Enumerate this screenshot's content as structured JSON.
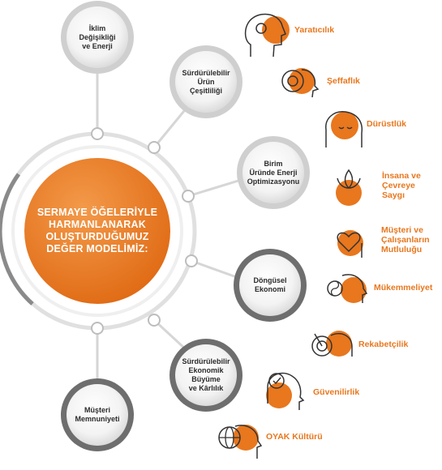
{
  "hub": {
    "title": "SERMAYE ÖĞELERİYLE\nHARMANLANARAK\nOLUŞTURDUĞUMUZ\nDEĞER MODELİMİZ:"
  },
  "capitals": [
    {
      "label": "İklim\nDeğişikliği\nve Enerji"
    },
    {
      "label": "Sürdürülebilir\nÜrün\nÇeşitliliği"
    },
    {
      "label": "Birim\nÜründe Enerji\nOptimizasyonu"
    },
    {
      "label": "Döngüsel\nEkonomi"
    },
    {
      "label": "Sürdürülebilir\nEkonomik\nBüyüme\nve Kârlılık"
    },
    {
      "label": "Müşteri\nMemnuniyeti"
    }
  ],
  "values": [
    {
      "label": "Yaratıcılık",
      "icon": "creativity-head-icon"
    },
    {
      "label": "Şeffaflık",
      "icon": "transparency-head-icon"
    },
    {
      "label": "Dürüstlük",
      "icon": "honesty-head-icon"
    },
    {
      "label": "İnsana ve\nÇevreye\nSaygı",
      "icon": "respect-lotus-icon"
    },
    {
      "label": "Müşteri ve\nÇalışanların\nMutluluğu",
      "icon": "happiness-heart-head-icon"
    },
    {
      "label": "Mükemmeliyet",
      "icon": "excellence-yinyang-head-icon"
    },
    {
      "label": "Rekabetçilik",
      "icon": "competition-target-icon"
    },
    {
      "label": "Güvenilirlik",
      "icon": "reliability-check-head-icon"
    },
    {
      "label": "OYAK Kültürü",
      "icon": "culture-globe-head-icon"
    }
  ],
  "colors": {
    "accent": "#e8771e",
    "line": "#d6d6d6",
    "text": "#2b2b2b",
    "dark": "#7a7a7a"
  }
}
